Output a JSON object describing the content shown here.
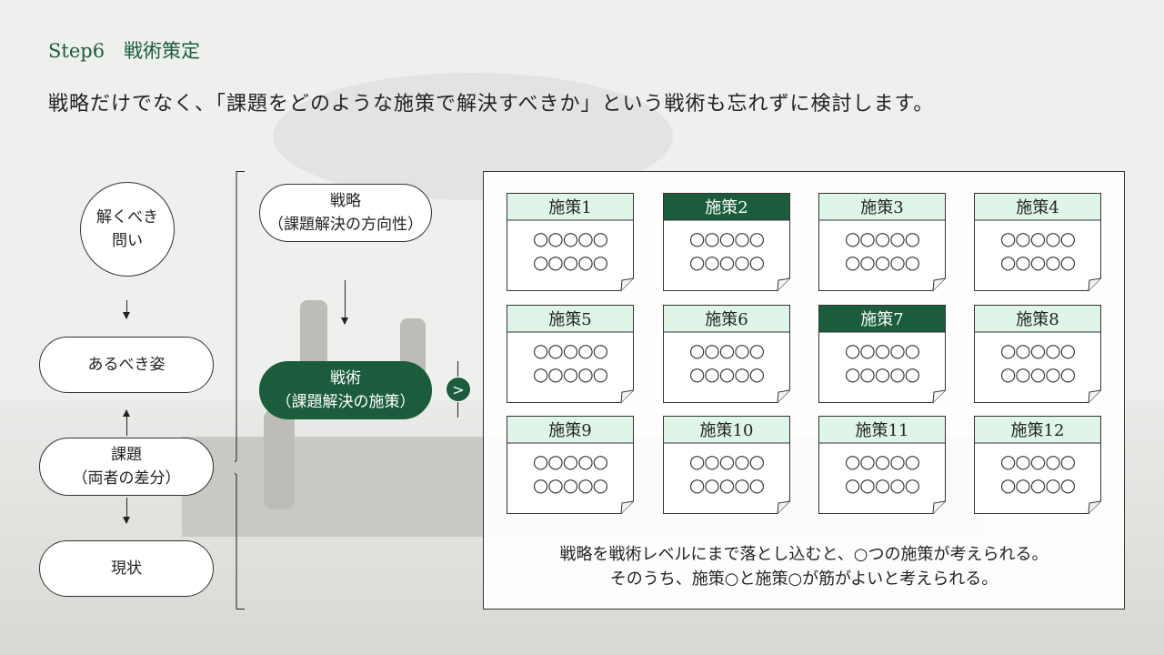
{
  "header": {
    "step_title": "Step6　戦術策定",
    "subtitle": "戦略だけでなく、「課題をどのような施策で解決すべきか」という戦術も忘れずに検討します。"
  },
  "left_flow": {
    "question": [
      "解くべき",
      "問い"
    ],
    "ideal": "あるべき姿",
    "issue": [
      "課題",
      "（両者の差分）"
    ],
    "current": "現状"
  },
  "middle_flow": {
    "strategy": [
      "戦略",
      "（課題解決の方向性）"
    ],
    "tactics": [
      "戦術",
      "（課題解決の施策）"
    ],
    "go_symbol": ">"
  },
  "measures": [
    {
      "title": "施策1",
      "highlight": false,
      "dots": [
        "○○○○○",
        "○○○○○"
      ]
    },
    {
      "title": "施策2",
      "highlight": true,
      "dots": [
        "○○○○○",
        "○○○○○"
      ]
    },
    {
      "title": "施策3",
      "highlight": false,
      "dots": [
        "○○○○○",
        "○○○○○"
      ]
    },
    {
      "title": "施策4",
      "highlight": false,
      "dots": [
        "○○○○○",
        "○○○○○"
      ]
    },
    {
      "title": "施策5",
      "highlight": false,
      "dots": [
        "○○○○○",
        "○○○○○"
      ]
    },
    {
      "title": "施策6",
      "highlight": false,
      "dots": [
        "○○○○○",
        "○○○○○"
      ]
    },
    {
      "title": "施策7",
      "highlight": true,
      "dots": [
        "○○○○○",
        "○○○○○"
      ]
    },
    {
      "title": "施策8",
      "highlight": false,
      "dots": [
        "○○○○○",
        "○○○○○"
      ]
    },
    {
      "title": "施策9",
      "highlight": false,
      "dots": [
        "○○○○○",
        "○○○○○"
      ]
    },
    {
      "title": "施策10",
      "highlight": false,
      "dots": [
        "○○○○○",
        "○○○○○"
      ]
    },
    {
      "title": "施策11",
      "highlight": false,
      "dots": [
        "○○○○○",
        "○○○○○"
      ]
    },
    {
      "title": "施策12",
      "highlight": false,
      "dots": [
        "○○○○○",
        "○○○○○"
      ]
    }
  ],
  "note": [
    "戦略を戦術レベルにまで落とし込むと、○つの施策が考えられる。",
    "そのうち、施策○と施策○が筋がよいと考えられる。"
  ],
  "colors": {
    "accent": "#1a5c3b",
    "card_header_light": "#dff5e8",
    "background": "#eef0ee"
  }
}
